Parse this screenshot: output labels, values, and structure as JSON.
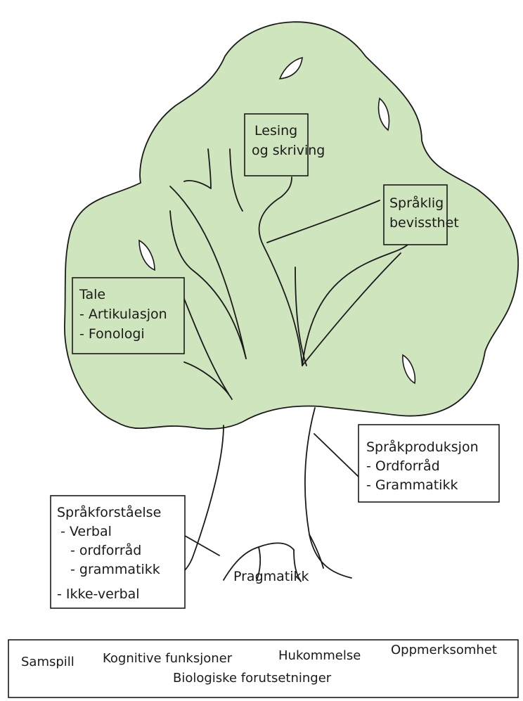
{
  "colors": {
    "crown": "#cfe5bd",
    "outline": "#1a1a1a",
    "box_fill": "#ffffff"
  },
  "crown_labels": {
    "lesing": [
      "Lesing",
      "og skriving"
    ],
    "spraklig": [
      "Språklig",
      "bevissthet"
    ],
    "tale": [
      "Tale",
      "- Artikulasjon",
      "- Fonologi"
    ]
  },
  "trunk_labels": {
    "sprakproduksjon": [
      "Språkproduksjon",
      "- Ordforråd",
      "- Grammatikk"
    ],
    "sprakforstaelse": [
      "Språkforståelse",
      "- Verbal",
      "- ordforråd",
      "- grammatikk",
      "- Ikke-verbal"
    ],
    "pragmatikk": "Pragmatikk"
  },
  "ground": {
    "items": [
      "Samspill",
      "Kognitive funksjoner",
      "Hukommelse",
      "Oppmerksomhet"
    ],
    "caption": "Biologiske forutsetninger"
  }
}
